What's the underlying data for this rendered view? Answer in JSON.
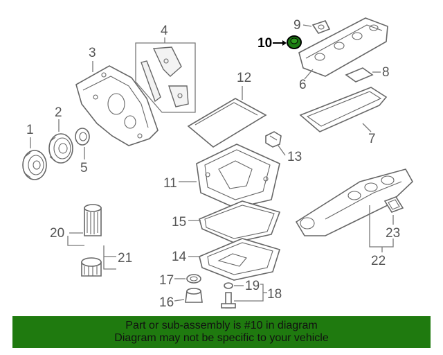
{
  "diagram": {
    "callouts": [
      {
        "id": "1",
        "label": "1"
      },
      {
        "id": "2",
        "label": "2"
      },
      {
        "id": "3",
        "label": "3"
      },
      {
        "id": "4",
        "label": "4"
      },
      {
        "id": "5",
        "label": "5"
      },
      {
        "id": "6",
        "label": "6"
      },
      {
        "id": "7",
        "label": "7"
      },
      {
        "id": "8",
        "label": "8"
      },
      {
        "id": "9",
        "label": "9"
      },
      {
        "id": "10",
        "label": "10"
      },
      {
        "id": "11",
        "label": "11"
      },
      {
        "id": "12",
        "label": "12"
      },
      {
        "id": "13",
        "label": "13"
      },
      {
        "id": "14",
        "label": "14"
      },
      {
        "id": "15",
        "label": "15"
      },
      {
        "id": "16",
        "label": "16"
      },
      {
        "id": "17",
        "label": "17"
      },
      {
        "id": "18",
        "label": "18"
      },
      {
        "id": "19",
        "label": "19"
      },
      {
        "id": "20",
        "label": "20"
      },
      {
        "id": "21",
        "label": "21"
      },
      {
        "id": "22",
        "label": "22"
      },
      {
        "id": "23",
        "label": "23"
      }
    ],
    "highlighted_part": "10",
    "highlight_color": "#1a7a12"
  },
  "banner": {
    "line1": "Part or sub-assembly is #10 in diagram",
    "line2": "Diagram may not be specific to your vehicle",
    "background": "#1f7a0f"
  }
}
